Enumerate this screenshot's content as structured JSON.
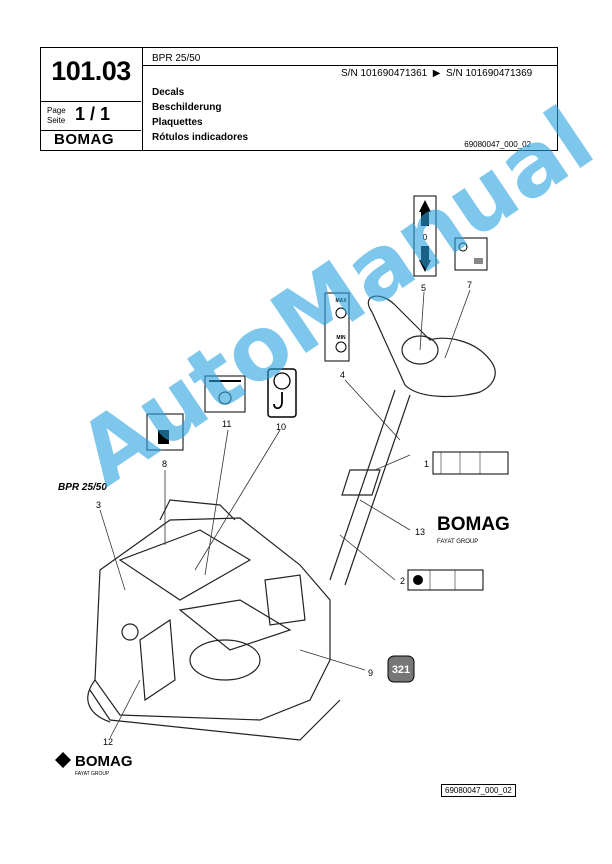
{
  "header": {
    "doc_number": "101.03",
    "page_label_en": "Page",
    "page_label_de": "Seite",
    "page_value": "1 / 1",
    "brand": "BOMAG",
    "model": "BPR 25/50",
    "sn_from": "S/N 101690471361",
    "sn_arrow": "▶",
    "sn_to": "S/N 101690471369",
    "titles": [
      "Decals",
      "Beschilderung",
      "Plaquettes",
      "Rótulos indicadores"
    ],
    "drawing_code": "69080047_000_02"
  },
  "callouts": [
    "1",
    "2",
    "3",
    "4",
    "5",
    "7",
    "8",
    "9",
    "10",
    "11",
    "12",
    "13"
  ],
  "decal_texts": {
    "bomag_13": "BOMAG",
    "fayat_13": "FAYAT GROUP",
    "bomag_12": "BOMAG",
    "fayat_12": "FAYAT GROUP",
    "model_decal": "BPR 25/50",
    "lever_zero": "0",
    "max_label": "MAX",
    "min_label": "MIN",
    "decal_9": "321"
  },
  "watermark": "AutoManual",
  "footer_code": "69080047_000_02"
}
